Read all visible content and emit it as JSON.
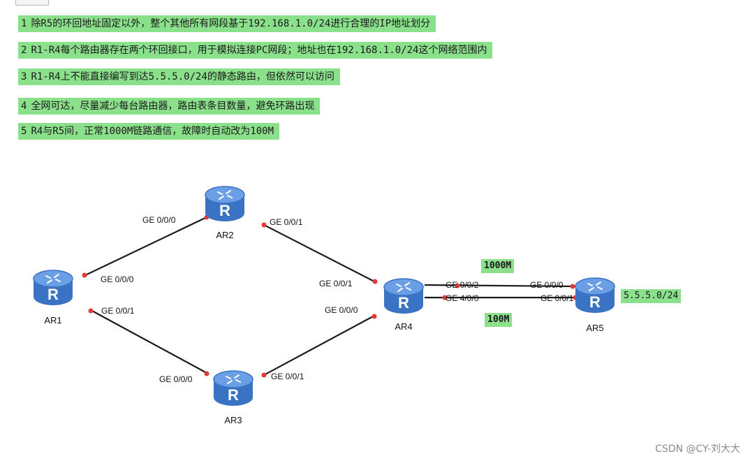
{
  "requirements": [
    {
      "num": "1",
      "text": "除R5的环回地址固定以外，整个其他所有网段基于192.168.1.0/24进行合理的IP地址划分"
    },
    {
      "num": "2",
      "text": "R1-R4每个路由器存在两个环回接口，用于模拟连接PC网段；地址也在192.168.1.0/24这个网络范围内"
    },
    {
      "num": "3",
      "text": "R1-R4上不能直接编写到达5.5.5.0/24的静态路由，但依然可以访问"
    },
    {
      "num": "4",
      "text": "全网可达，尽量减少每台路由器，路由表条目数量，避免环路出现"
    },
    {
      "num": "5",
      "text": "R4与R5间，正常1000M链路通信，故障时自动改为100M"
    }
  ],
  "routers": {
    "ar1": {
      "name": "AR1",
      "glyph": "R"
    },
    "ar2": {
      "name": "AR2",
      "glyph": "R"
    },
    "ar3": {
      "name": "AR3",
      "glyph": "R"
    },
    "ar4": {
      "name": "AR4",
      "glyph": "R"
    },
    "ar5": {
      "name": "AR5",
      "glyph": "R"
    }
  },
  "interfaces": {
    "ar1_g000": "GE 0/0/0",
    "ar1_g001": "GE 0/0/1",
    "ar2_g000": "GE 0/0/0",
    "ar2_g001": "GE 0/0/1",
    "ar3_g000": "GE 0/0/0",
    "ar3_g001": "GE 0/0/1",
    "ar4_g001": "GE 0/0/1",
    "ar4_g000": "GE 0/0/0",
    "ar4_g002": "GE 0/0/2",
    "ar4_g400": "GE 4/0/0",
    "ar5_g000": "GE 0/0/0",
    "ar5_g001": "GE 0/0/1"
  },
  "links": {
    "fast_label": "1000M",
    "slow_label": "100M"
  },
  "ar5_network": "5.5.5.0/24",
  "watermark": "CSDN @CY-刘大大",
  "colors": {
    "highlight": "#8be08b",
    "router_body": "#3b73c4",
    "router_top": "#6a9fe6",
    "link": "#1a1a1a",
    "port_dot": "#e53935"
  }
}
